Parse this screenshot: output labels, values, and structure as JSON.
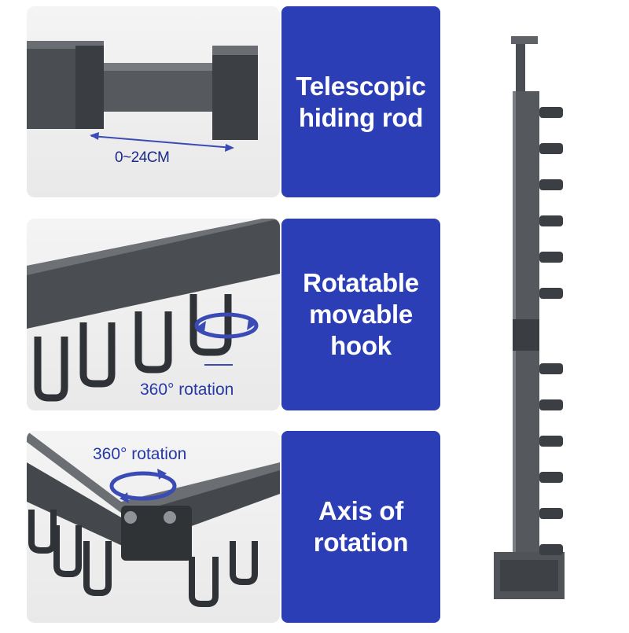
{
  "colors": {
    "panel_blue": "#2b3eb6",
    "callout_blue": "#2638a8",
    "metal_dark": "#3f4246"
  },
  "features": [
    {
      "label": "Telescopic\nhiding rod",
      "photo_caption": "0~24CM",
      "icon": "telescopic-rod-photo"
    },
    {
      "label": "Rotatable\nmovable\nhook",
      "photo_caption": "360° rotation",
      "icon": "rotating-hooks-photo"
    },
    {
      "label": "Axis of\nrotation",
      "photo_caption": "360° rotation",
      "icon": "pivot-joint-photo"
    }
  ],
  "product": {
    "icon": "folding-drying-rack-illustration"
  }
}
